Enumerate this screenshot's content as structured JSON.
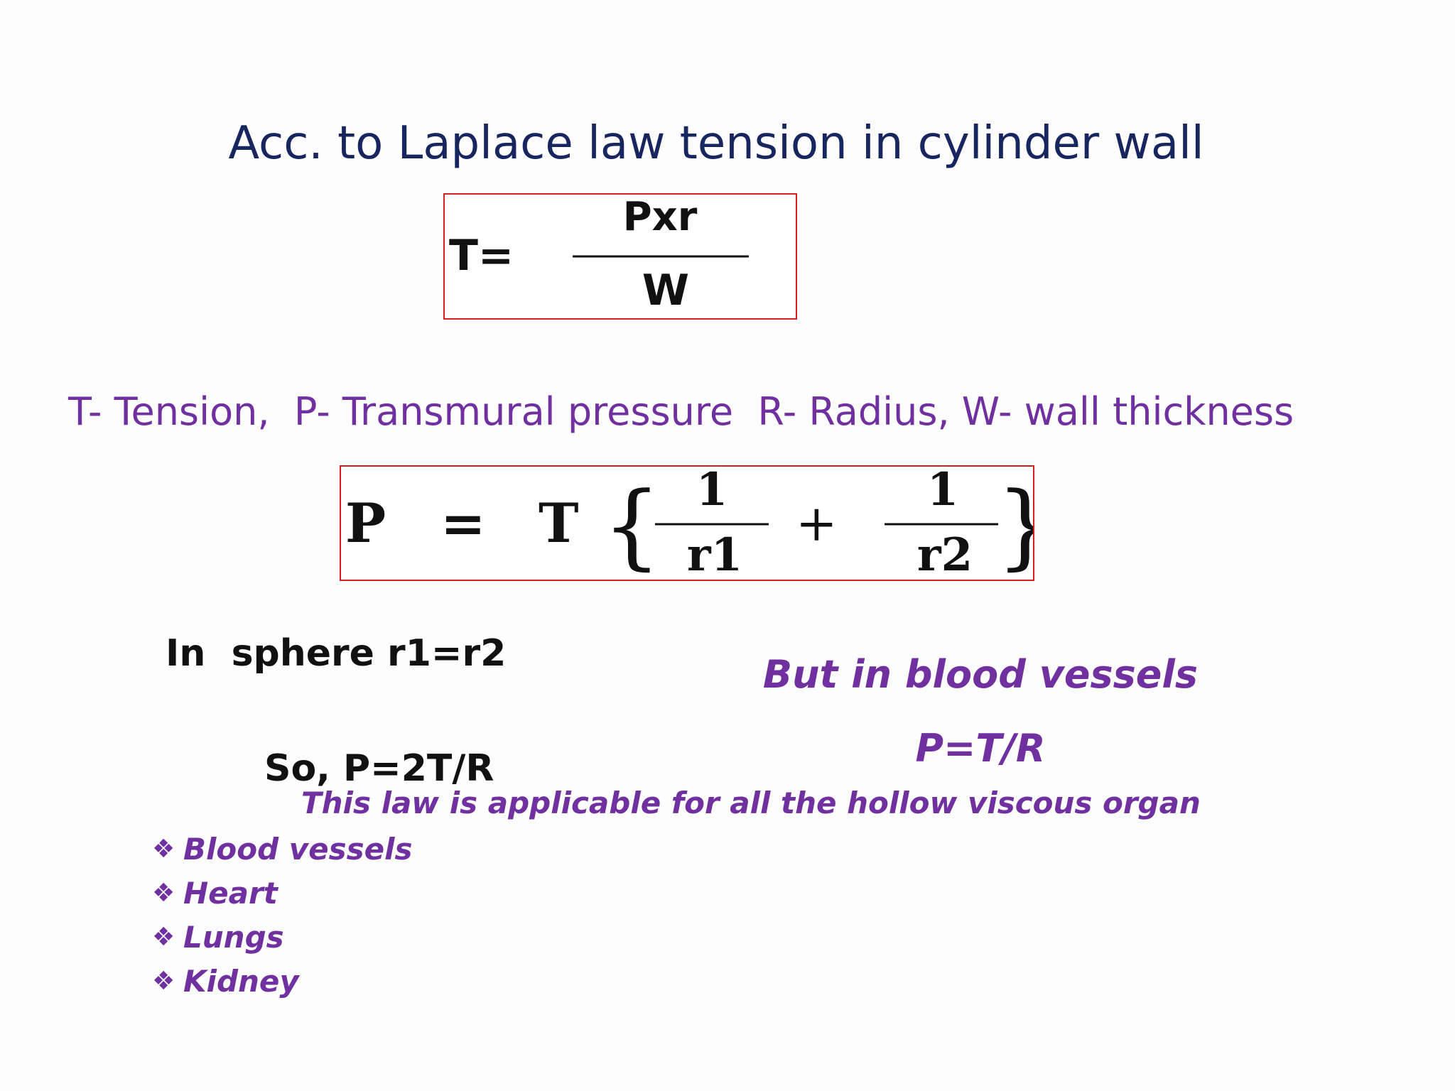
{
  "slide": {
    "title": "Acc. to Laplace law tension in cylinder wall",
    "formula_tension": {
      "lhs": "T=",
      "numerator": "Pxr",
      "denominator": "W"
    },
    "definitions": "T- Tension,  P- Transmural pressure  R- Radius, W- wall thickness",
    "formula_pressure": {
      "lhs": "P",
      "equals": "=",
      "factor": "T",
      "open_brace": "{",
      "close_brace": "}",
      "num1": "1",
      "den1": "r1",
      "plus": "+",
      "num2": "1",
      "den2": "r2"
    },
    "sphere_text": "In  sphere r1=r2",
    "so_text": "So, P=2T/R",
    "vessels_line1": "But in blood vessels",
    "vessels_line2": "P=T/R",
    "applicable_text": "This law is applicable for all the hollow viscous organ",
    "bullet_icon": "diamond-cluster-bullet",
    "bullet_glyph": "❖",
    "organs": [
      "Blood vessels",
      "Heart",
      "Lungs",
      "Kidney"
    ]
  },
  "colors": {
    "title": "#17265f",
    "accent_purple": "#7030a0",
    "box_border": "#d42020",
    "body_text": "#111111"
  }
}
